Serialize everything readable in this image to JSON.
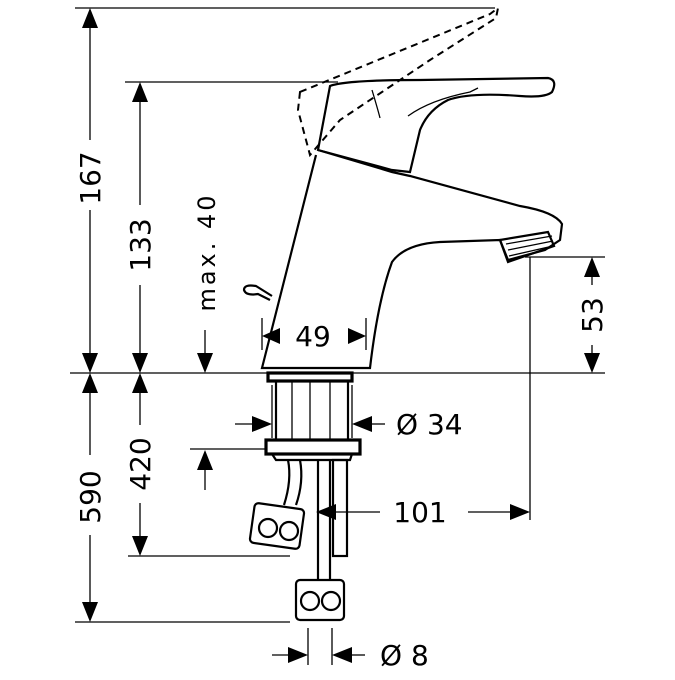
{
  "dimensions": {
    "total_height": "167",
    "spout_height": "133",
    "max_opening": "max. 40",
    "base_width": "49",
    "outlet_height": "53",
    "hose_length": "590",
    "rod_length": "420",
    "mounting_hole": "Ø 34",
    "projection": "101",
    "hose_diameter": "Ø 8"
  }
}
